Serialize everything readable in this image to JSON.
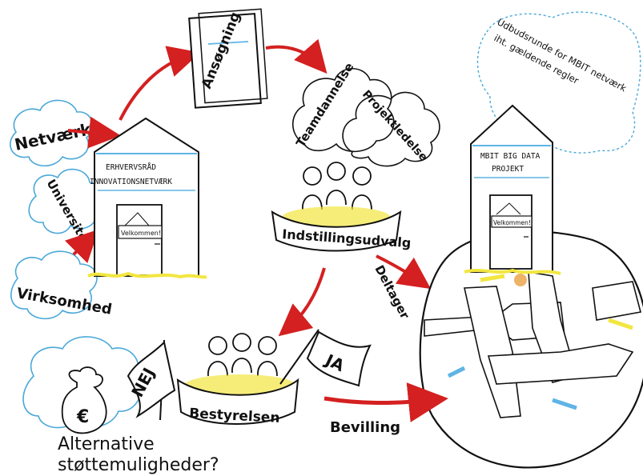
{
  "labels": {
    "netvaerk": "Netværk",
    "universitet": "Universitet",
    "virksomhed": "Virksomhed",
    "house_left_line1": "ERHVERVSRÅD",
    "house_left_line2": "INNOVATIONSNETVÆRK",
    "door_sign": "Velkommen!",
    "ansogning": "Ansøgning",
    "teamdannelse": "Teamdannelse",
    "projektledelse": "Projektledelse",
    "indstillingsudvalg": "Indstillingsudvalg",
    "deltager": "Deltager",
    "cloud_right_line1": "Udbudsrunde for MBIT netværk",
    "cloud_right_line2": "iht. gældende regler",
    "house_right_line1": "MBIT BIG DATA",
    "house_right_line2": "PROJEKT",
    "door_sign_right": "Velkommen!",
    "nej": "NEJ",
    "ja": "JA",
    "bestyrelsen": "Bestyrelsen",
    "bevilling": "Bevilling",
    "money_symbol": "€",
    "alternative_line1": "Alternative",
    "alternative_line2": "støttemuligheder?"
  },
  "colors": {
    "ink": "#111111",
    "arrow_red": "#d42020",
    "cloud_blue": "#4aa8d8",
    "highlight_yellow": "#f2e640",
    "house_blue": "#5fb4e6",
    "skin_orange": "#e8a040"
  }
}
